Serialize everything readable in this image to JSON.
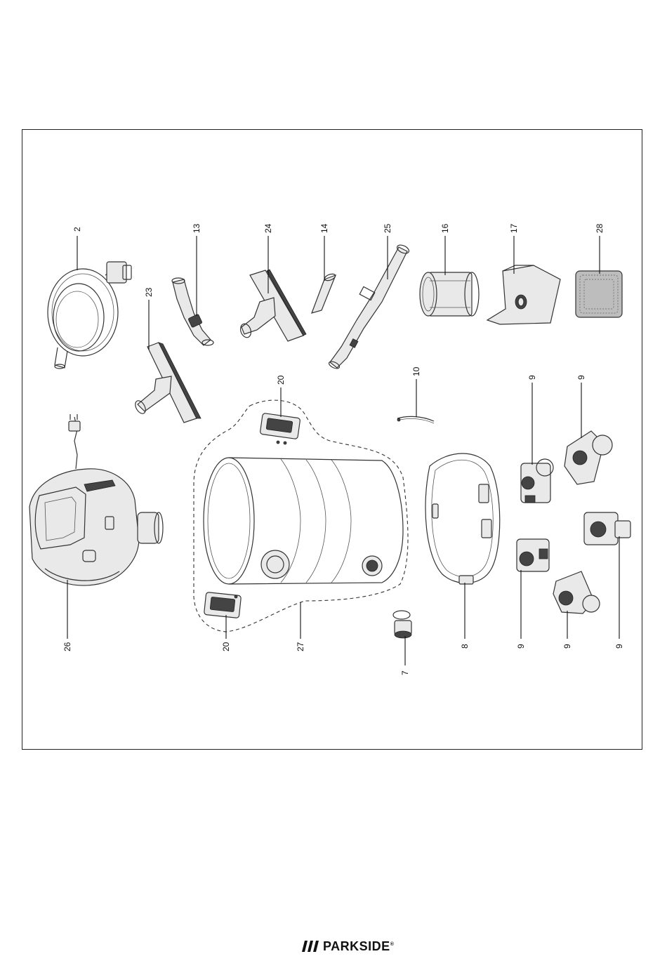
{
  "diagram": {
    "callouts": [
      "2",
      "13",
      "24",
      "14",
      "25",
      "16",
      "17",
      "28",
      "23",
      "20",
      "10",
      "9",
      "9",
      "26",
      "20",
      "27",
      "7",
      "8",
      "9",
      "9",
      "9"
    ]
  },
  "brand": {
    "name": "PARKSIDE",
    "mark": "///",
    "registered": "®"
  }
}
